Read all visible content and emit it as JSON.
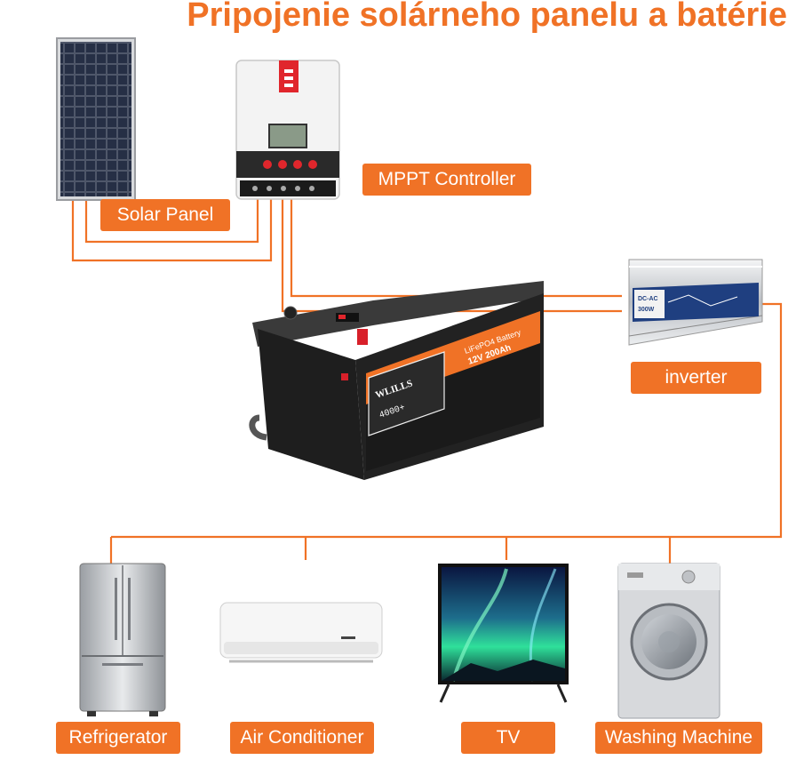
{
  "title": "Pripojenie solárneho panelu a batérie",
  "labels": {
    "solar_panel": "Solar Panel",
    "mppt": "MPPT Controller",
    "inverter": "inverter",
    "refrigerator": "Refrigerator",
    "air_conditioner": "Air Conditioner",
    "tv": "TV",
    "washing_machine": "Washing Machine"
  },
  "device_text": {
    "battery_brand": "WLILLS",
    "battery_model": "4000+",
    "battery_type": "LiFePO4 Battery",
    "battery_spec": "12V 200Ah",
    "inverter_type": "DC-AC",
    "inverter_power": "300W"
  },
  "colors": {
    "accent": "#f07226",
    "wire": "#f07226"
  }
}
